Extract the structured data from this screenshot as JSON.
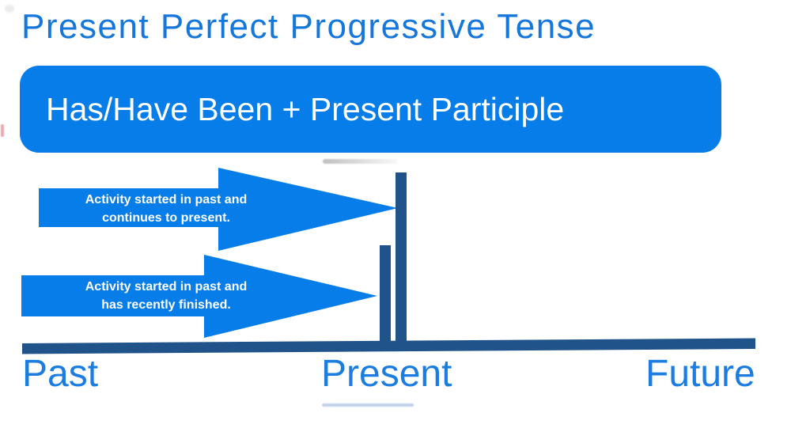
{
  "title": "Present Perfect Progressive Tense",
  "formula_banner": {
    "text": "Has/Have Been + Present Participle"
  },
  "diagram": {
    "arrows": [
      {
        "name": "activity-continues",
        "line1": "Activity started in past and",
        "line2": "continues to present."
      },
      {
        "name": "activity-finished",
        "line1": "Activity started in past and",
        "line2": "has recently finished."
      }
    ],
    "timeline": {
      "past": "Past",
      "present": "Present",
      "future": "Future"
    }
  },
  "colors": {
    "accent_blue": "#077de9",
    "title_blue": "#1577db",
    "label_blue": "#1b7ce2",
    "navy": "#20538a",
    "text_on_blue": "#ffffff"
  }
}
